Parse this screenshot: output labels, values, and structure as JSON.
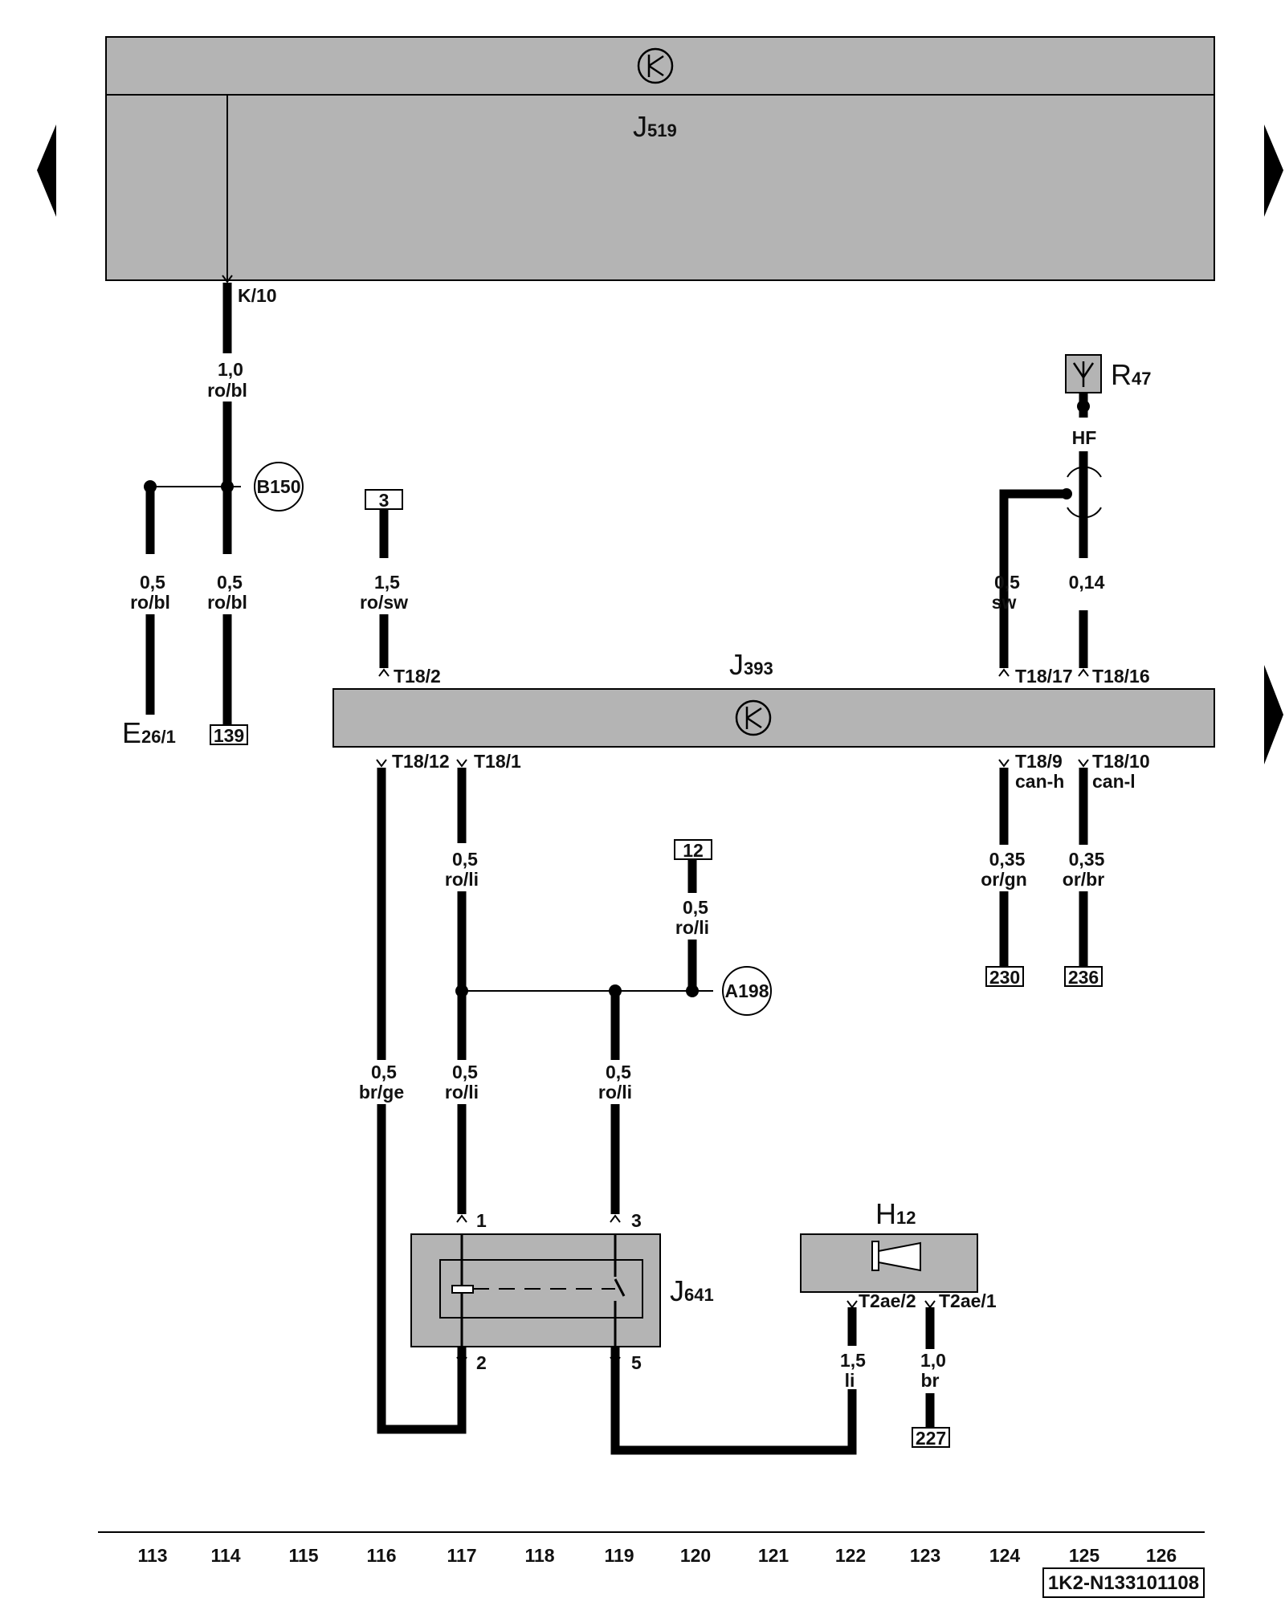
{
  "components": {
    "J519": {
      "letter": "J",
      "sub": "519"
    },
    "J393": {
      "letter": "J",
      "sub": "393"
    },
    "R47": {
      "letter": "R",
      "sub": "47"
    },
    "E26": {
      "letter": "E",
      "sub": "26/1"
    },
    "J641": {
      "letter": "J",
      "sub": "641"
    },
    "H12": {
      "letter": "H",
      "sub": "12"
    }
  },
  "pins": {
    "k10": "K/10",
    "t18_2": "T18/2",
    "t18_17": "T18/17",
    "t18_16": "T18/16",
    "t18_12": "T18/12",
    "t18_1": "T18/1",
    "t18_9": "T18/9",
    "can_h": "can-h",
    "t18_10": "T18/10",
    "can_l": "can-l",
    "p1": "1",
    "p3": "3",
    "p2": "2",
    "p5": "5",
    "t2ae2": "T2ae/2",
    "t2ae1": "T2ae/1",
    "hf": "HF"
  },
  "wires": {
    "w114_top": {
      "size": "1,0",
      "color": "ro/bl"
    },
    "w113": {
      "size": "0,5",
      "color": "ro/bl"
    },
    "w114_bot": {
      "size": "0,5",
      "color": "ro/bl"
    },
    "w116": {
      "size": "1,5",
      "color": "ro/sw"
    },
    "w124_sw": {
      "size": "0,5",
      "color": "sw"
    },
    "w125_hf": {
      "size": "0,14",
      "color": ""
    },
    "w117_top": {
      "size": "0,5",
      "color": "ro/li"
    },
    "w120": {
      "size": "0,5",
      "color": "ro/li"
    },
    "w116_brge": {
      "size": "0,5",
      "color": "br/ge"
    },
    "w117_bot": {
      "size": "0,5",
      "color": "ro/li"
    },
    "w119": {
      "size": "0,5",
      "color": "ro/li"
    },
    "w124_can": {
      "size": "0,35",
      "color": "or/gn"
    },
    "w125_can": {
      "size": "0,35",
      "color": "or/br"
    },
    "w122": {
      "size": "1,5",
      "color": "li"
    },
    "w123": {
      "size": "1,0",
      "color": "br"
    }
  },
  "refs": {
    "r3": "3",
    "r139": "139",
    "r12": "12",
    "r230": "230",
    "r236": "236",
    "r227": "227"
  },
  "connectors": {
    "b150": "B150",
    "a198": "A198"
  },
  "columns": [
    "113",
    "114",
    "115",
    "116",
    "117",
    "118",
    "119",
    "120",
    "121",
    "122",
    "123",
    "124",
    "125",
    "126"
  ],
  "doc_id": "1K2-N133101108"
}
